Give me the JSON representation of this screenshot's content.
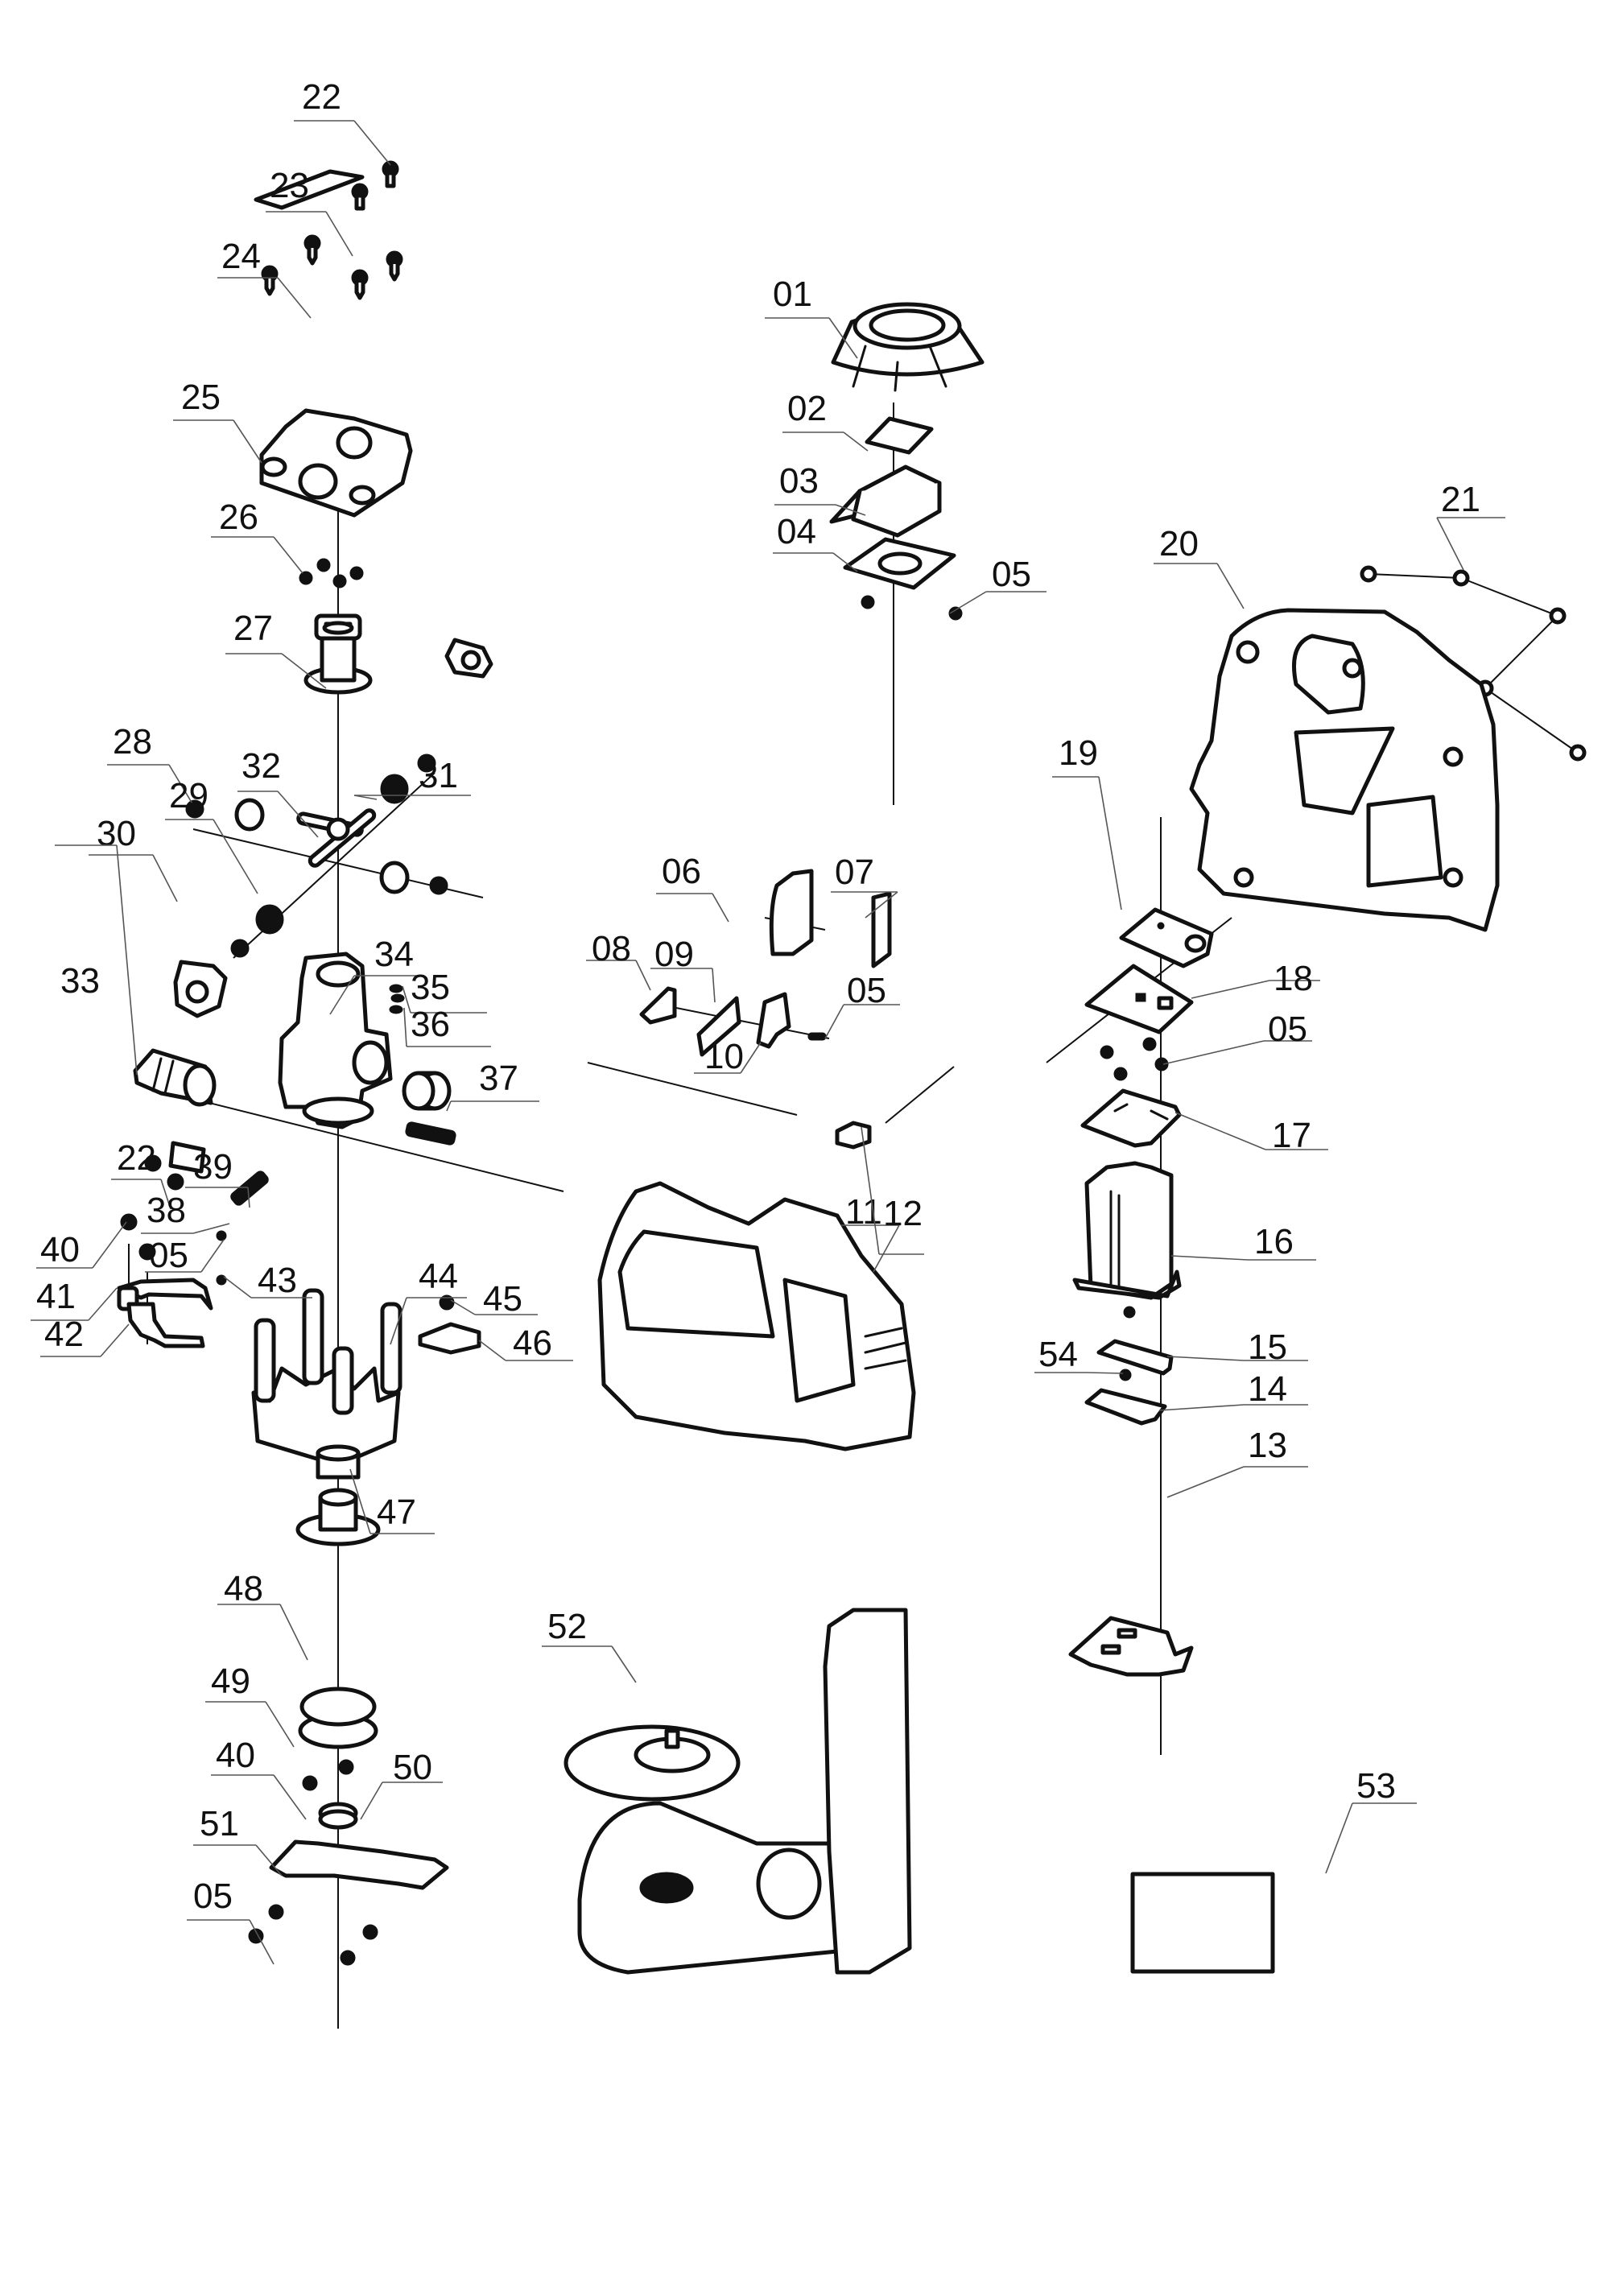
{
  "diagram": {
    "title": "Exploded parts view — cross line laser level",
    "kind": "exploded-view",
    "line_color": "#111111",
    "leader_color": "#555555",
    "background": "#ffffff"
  },
  "callouts": [
    {
      "id": "22a",
      "label": "22",
      "part": "screw"
    },
    {
      "id": "23",
      "label": "23",
      "part": "clamp-plate"
    },
    {
      "id": "24",
      "label": "24",
      "part": "self-tapping-screw"
    },
    {
      "id": "25",
      "label": "25",
      "part": "upper-bracket"
    },
    {
      "id": "26",
      "label": "26",
      "part": "set-screws"
    },
    {
      "id": "27",
      "label": "27",
      "part": "pendulum-shaft"
    },
    {
      "id": "28",
      "label": "28",
      "part": "nut"
    },
    {
      "id": "29",
      "label": "29",
      "part": "bearing"
    },
    {
      "id": "30",
      "label": "30",
      "part": "bearing-holder"
    },
    {
      "id": "31",
      "label": "31",
      "part": "cross-axle"
    },
    {
      "id": "32",
      "label": "32",
      "part": "gimbal-cross"
    },
    {
      "id": "33",
      "label": "33",
      "part": "laser-module"
    },
    {
      "id": "34",
      "label": "34",
      "part": "pendulum-body"
    },
    {
      "id": "35",
      "label": "35",
      "part": "set-screw"
    },
    {
      "id": "36",
      "label": "36",
      "part": "set-screw"
    },
    {
      "id": "37",
      "label": "37",
      "part": "damping-ring"
    },
    {
      "id": "22b",
      "label": "22",
      "part": "screw"
    },
    {
      "id": "39",
      "label": "39",
      "part": "circuit-board"
    },
    {
      "id": "38",
      "label": "38",
      "part": "adjusting-screw"
    },
    {
      "id": "40a",
      "label": "40",
      "part": "screw"
    },
    {
      "id": "05a",
      "label": "05",
      "part": "screw"
    },
    {
      "id": "41",
      "label": "41",
      "part": "lock-lever"
    },
    {
      "id": "42",
      "label": "42",
      "part": "lock-arm"
    },
    {
      "id": "43",
      "label": "43",
      "part": "small-screw"
    },
    {
      "id": "44",
      "label": "44",
      "part": "pendulum-frame"
    },
    {
      "id": "45",
      "label": "45",
      "part": "screw"
    },
    {
      "id": "46",
      "label": "46",
      "part": "magnet-block"
    },
    {
      "id": "47",
      "label": "47",
      "part": "bushing"
    },
    {
      "id": "48",
      "label": "48",
      "part": "pivot-bearing"
    },
    {
      "id": "49",
      "label": "49",
      "part": "damping-ring-base"
    },
    {
      "id": "40b",
      "label": "40",
      "part": "screw"
    },
    {
      "id": "50",
      "label": "50",
      "part": "magnet-disc"
    },
    {
      "id": "51",
      "label": "51",
      "part": "bottom-cover-plate"
    },
    {
      "id": "05b",
      "label": "05",
      "part": "screw"
    },
    {
      "id": "01",
      "label": "01",
      "part": "top-cap"
    },
    {
      "id": "02",
      "label": "02",
      "part": "window-glass"
    },
    {
      "id": "03",
      "label": "03",
      "part": "lens-housing"
    },
    {
      "id": "04",
      "label": "04",
      "part": "window-frame"
    },
    {
      "id": "05c",
      "label": "05",
      "part": "screw"
    },
    {
      "id": "06",
      "label": "06",
      "part": "front-window-frame"
    },
    {
      "id": "07",
      "label": "07",
      "part": "front-window-glass"
    },
    {
      "id": "08",
      "label": "08",
      "part": "switch-knob"
    },
    {
      "id": "09",
      "label": "09",
      "part": "switch-seal"
    },
    {
      "id": "10",
      "label": "10",
      "part": "switch"
    },
    {
      "id": "05d",
      "label": "05",
      "part": "screw"
    },
    {
      "id": "11",
      "label": "11",
      "part": "front-housing"
    },
    {
      "id": "12",
      "label": "12",
      "part": "nut"
    },
    {
      "id": "21",
      "label": "21",
      "part": "housing-screws"
    },
    {
      "id": "20",
      "label": "20",
      "part": "rear-housing"
    },
    {
      "id": "19",
      "label": "19",
      "part": "label-plate"
    },
    {
      "id": "18",
      "label": "18",
      "part": "control-pcb"
    },
    {
      "id": "05e",
      "label": "05",
      "part": "screw"
    },
    {
      "id": "17",
      "label": "17",
      "part": "battery-contact-plate"
    },
    {
      "id": "16",
      "label": "16",
      "part": "battery-compartment"
    },
    {
      "id": "15",
      "label": "15",
      "part": "contact-plate"
    },
    {
      "id": "54",
      "label": "54",
      "part": "screw"
    },
    {
      "id": "14",
      "label": "14",
      "part": "contact-plate"
    },
    {
      "id": "13",
      "label": "13",
      "part": "battery-cover"
    },
    {
      "id": "52",
      "label": "52",
      "part": "wall-mount-bracket"
    },
    {
      "id": "53",
      "label": "53",
      "part": "manual"
    }
  ]
}
